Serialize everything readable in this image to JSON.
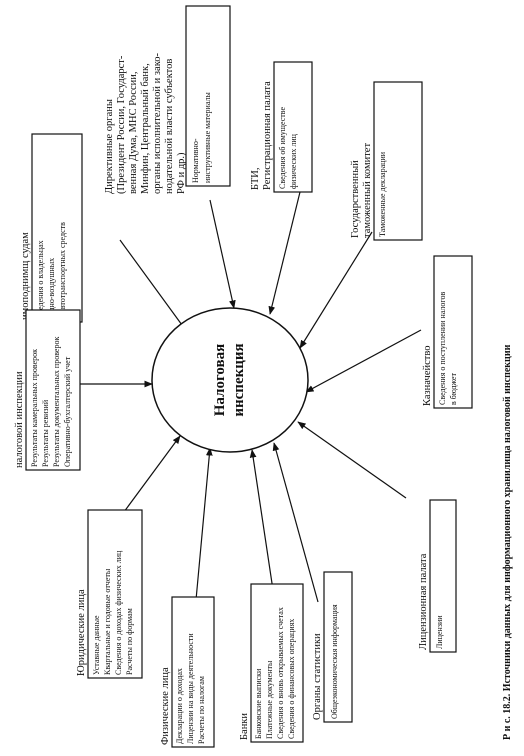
{
  "center": {
    "line1": "Налоговая",
    "line2": "инспекция"
  },
  "caption": "Р и с. 18.2. Источники данных для информационного хранилища налоговой инспекции",
  "sources": [
    {
      "id": "fiz",
      "label": [
        "Физические лица"
      ],
      "items": [
        "Декларации о доходах",
        "Лицензии на виды деятельности",
        "Расчеты по налогам"
      ]
    },
    {
      "id": "banki",
      "label": [
        "Банки"
      ],
      "items": [
        "Банковские выписки",
        "Платежные документы",
        "Сведения о вновь открываемых счетах",
        "Сведения о финансовых операциях"
      ]
    },
    {
      "id": "stat",
      "label": [
        "Органы статистики"
      ],
      "items": [
        "Общеэкономическая информация"
      ]
    },
    {
      "id": "licpal",
      "label": [
        "Лицензионная палата"
      ],
      "items": [
        "Лицензии"
      ]
    },
    {
      "id": "kazna",
      "label": [
        "Казначейство"
      ],
      "items": [
        "Сведения о поступлении налогов",
        "в бюджет"
      ]
    },
    {
      "id": "tamozh",
      "label": [
        "Государственный",
        "таможенный комитет"
      ],
      "items": [
        "Таможенные декларации"
      ]
    },
    {
      "id": "bti",
      "label": [
        "БТИ,",
        "Регистрационная палата"
      ],
      "items": [
        "Сведения об имуществе",
        "физических лиц"
      ]
    },
    {
      "id": "direkt",
      "label": [
        "Директивные органы",
        "(Президент России, Государст-",
        "венная Дума, МНС России,",
        "Минфин, Центральный банк,",
        "органы исполнительной и зако-",
        "нодательной власти субъектов",
        "РФ и др.)"
      ],
      "items": [
        "Нормативно-",
        "инструктивные материалы"
      ]
    },
    {
      "id": "sudy",
      "label": [
        "имоподнимщ судам"
      ],
      "items": [
        "Сведения о владельцах",
        "водно-воздушных",
        "и автотранспортных средств"
      ]
    },
    {
      "id": "nalorg",
      "label": [
        "налоговой инспекции"
      ],
      "items": [
        "Результаты камеральных проверок",
        "Результаты ревизий",
        "Результаты документальных проверок",
        "Оперативно-бухгалтерский учет"
      ]
    },
    {
      "id": "yur",
      "label": [
        "Юридические лица"
      ],
      "items": [
        "Уставные данные",
        "Квартальные и годовые отчеты",
        "Сведения о доходах физических лиц",
        "Расчеты по формам"
      ]
    }
  ]
}
